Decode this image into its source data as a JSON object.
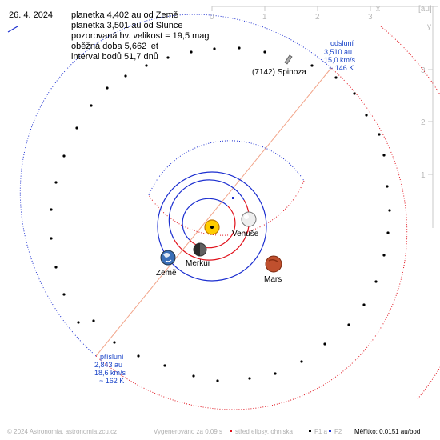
{
  "header": {
    "date": "26. 4. 2024",
    "lines": [
      "planetka 4,402 au od Země",
      "planetka 3,501 au od Slunce",
      "pozorovaná hv. velikost = 19,5 mag",
      "oběžná doba 5,662 let",
      "interval bodů 51,7 dnů"
    ]
  },
  "axes": {
    "unit_label": "[au]",
    "x_label": "x",
    "y_label": "y",
    "x_ticks": [
      "0",
      "1",
      "2",
      "3"
    ],
    "y_ticks": [
      "3",
      "2",
      "1"
    ]
  },
  "asteroid": {
    "name": "(7142) Spinoza"
  },
  "aphelion": {
    "title": "odsluní",
    "distance": "3,510 au",
    "speed": "15,0 km/s",
    "temperature": "~ 146 K"
  },
  "perihelion": {
    "title": "přísluní",
    "distance": "2,843 au",
    "speed": "18,6 km/s",
    "temperature": "~ 162 K"
  },
  "planets": {
    "venus": "Venuše",
    "mercury": "Merkur",
    "earth": "Země",
    "mars": "Mars"
  },
  "footer": {
    "copyright": "© 2024 Astronomia, astronomia.zcu.cz",
    "generated": "Vygenerováno za 0,09 s",
    "legend_center": "střed elipsy, ohniska",
    "legend_f1": "F1 a",
    "legend_f2": "F2",
    "scale": "Měřítko: 0,0151 au/bod"
  },
  "colors": {
    "orbit_blue": "#1c2fd0",
    "orbit_red": "#e0101a",
    "sun": "#ffcc00",
    "line_of_apsides": "#f2a58a",
    "axis_grey": "#c0c0c0",
    "label_blue": "#1a44c8"
  }
}
